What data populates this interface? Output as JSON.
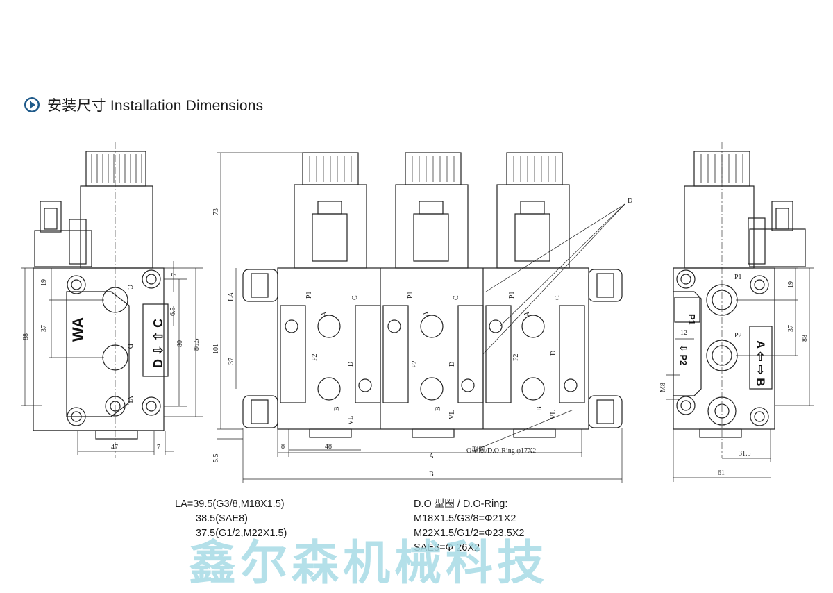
{
  "header": {
    "title": "安装尺寸 Installation Dimensions",
    "icon": "play-circle-icon",
    "accent": "#1f5a8a"
  },
  "notes_left": [
    "LA=39.5(G3/8,M18X1.5)",
    "38.5(SAE8)",
    "37.5(G1/2,M22X1.5)"
  ],
  "notes_right": [
    "D.O 型圈 / D.O-Ring:",
    "M18X1.5/G3/8=Φ21X2",
    "M22X1.5/G1/2=Φ23.5X2",
    "SAE8=Φ 26X2"
  ],
  "watermark": "鑫尔森机械科技",
  "watermark_color": "#a8dbe6",
  "drawing": {
    "left_view": {
      "dims": [
        "88",
        "19",
        "37",
        "47",
        "7",
        "80",
        "86.5",
        "6.5",
        "7"
      ],
      "labels": [
        "WA",
        "D ⇩ ⇧ C",
        "C",
        "D",
        "VL"
      ]
    },
    "front_view": {
      "dims": [
        "73",
        "LA",
        "101",
        "37",
        "5.5",
        "8",
        "48",
        "A",
        "B"
      ],
      "labels": [
        "D",
        "P1",
        "P2",
        "A",
        "B",
        "C",
        "D",
        "VL"
      ],
      "o_ring_label": "O型圈/D.O-Ring φ17X2"
    },
    "right_view": {
      "dims": [
        "19",
        "37",
        "88",
        "12",
        "M8",
        "31.5",
        "61"
      ],
      "labels": [
        "P1",
        "P2",
        "A ⇦",
        "⇨ B",
        "P1",
        "⇩ P2"
      ]
    }
  }
}
